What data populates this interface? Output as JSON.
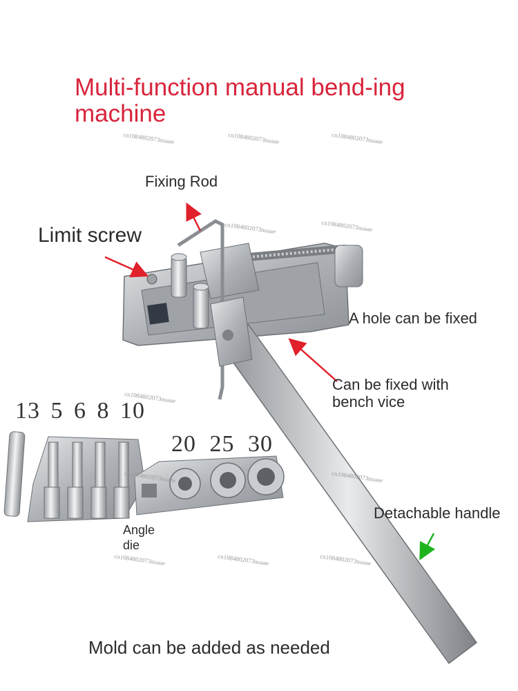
{
  "title": "Multi-function manual bend-ing machine",
  "labels": {
    "fixing_rod": "Fixing Rod",
    "limit_screw": "Limit screw",
    "hole_fixed": "A hole can be fixed",
    "bench_vice_line1": "Can be fixed with",
    "bench_vice_line2": "bench vice",
    "detachable_handle": "Detachable handle",
    "angle_die_line1": "Angle",
    "angle_die_line2": "die",
    "mold_note": "Mold can be added as needed"
  },
  "sizes_small": "13 5 6 8 10",
  "sizes_large": "20 25 30",
  "watermark": "cn1084802073nuaae",
  "colors": {
    "title": "#d8243b",
    "arrow_red": "#e0202a",
    "arrow_green": "#1fb41f",
    "steel": "#b9bcbf"
  }
}
